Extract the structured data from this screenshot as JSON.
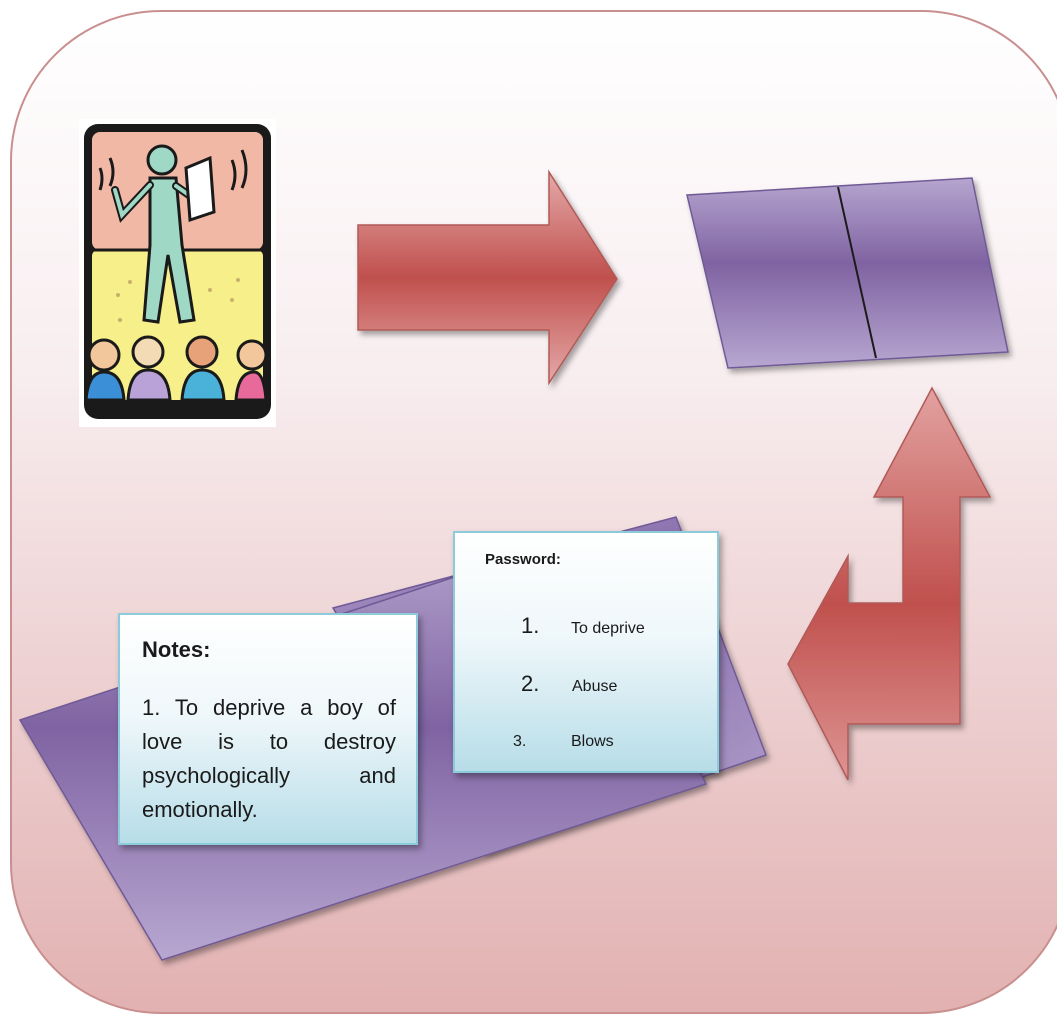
{
  "notes": {
    "title": "Notes:",
    "text": "1. To deprive a boy of love is to destroy psychologically and emotionally."
  },
  "password": {
    "title": "Password:",
    "items": [
      {
        "number": "1.",
        "label": "To deprive"
      },
      {
        "number": "2.",
        "label": "Abuse"
      },
      {
        "number": "3.",
        "label": "Blows"
      }
    ]
  },
  "colors": {
    "background_top": "#ffffff",
    "background_bottom": "#e4b5b5",
    "frame_border": "#c98e8e",
    "arrow": "#c0504d",
    "parallelogram": "#7f63a2",
    "note_border": "#8ccbd9"
  },
  "icons": [
    "presenter-clipart-icon"
  ]
}
